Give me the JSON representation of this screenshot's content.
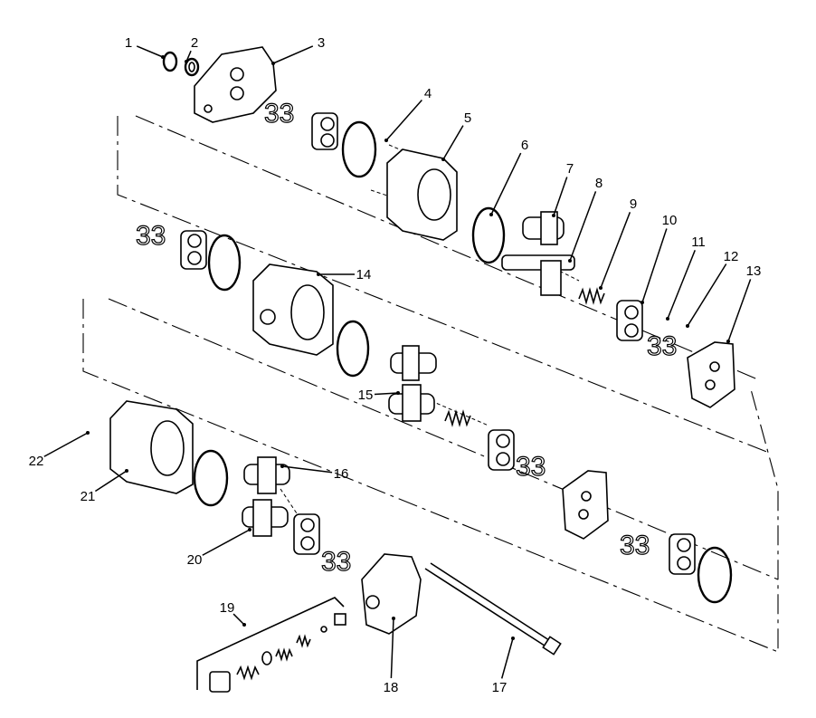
{
  "diagram": {
    "type": "exploded parts view",
    "callouts": [
      "1",
      "2",
      "3",
      "4",
      "5",
      "6",
      "7",
      "8",
      "9",
      "10",
      "11",
      "12",
      "13",
      "14",
      "15",
      "16",
      "17",
      "18",
      "19",
      "20",
      "21",
      "22"
    ]
  }
}
